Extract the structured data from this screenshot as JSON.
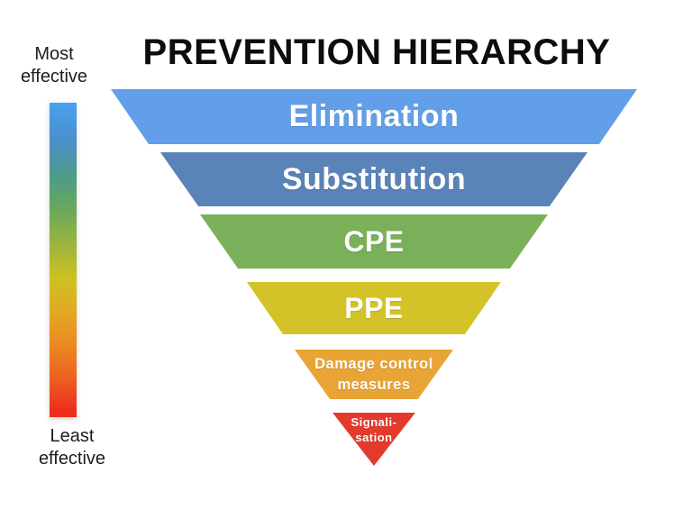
{
  "title": "PREVENTION HIERARCHY",
  "scale": {
    "most_label_lines": [
      "Most",
      "effective"
    ],
    "least_label_lines": [
      "Least",
      "effective"
    ],
    "gradient_stops": [
      "#49A0EE 0%",
      "#4B90CB 12%",
      "#4F9C85 24%",
      "#66A75E 33%",
      "#9FB63B 46%",
      "#CFC121 56%",
      "#E3A823 67%",
      "#EA8921 77%",
      "#EC6322 87%",
      "#EE2E1B 98%"
    ]
  },
  "pyramid": {
    "levels": [
      {
        "label": "Elimination",
        "color": "#629FE8"
      },
      {
        "label": "Substitution",
        "color": "#5A83B7"
      },
      {
        "label": "CPE",
        "color": "#7AB05A"
      },
      {
        "label": "PPE",
        "color": "#D4C328"
      },
      {
        "lines": [
          "Damage control",
          "measures"
        ],
        "color": "#E9A436"
      },
      {
        "lines": [
          "Signali-",
          "sation"
        ],
        "color": "#E23B2E"
      }
    ]
  }
}
